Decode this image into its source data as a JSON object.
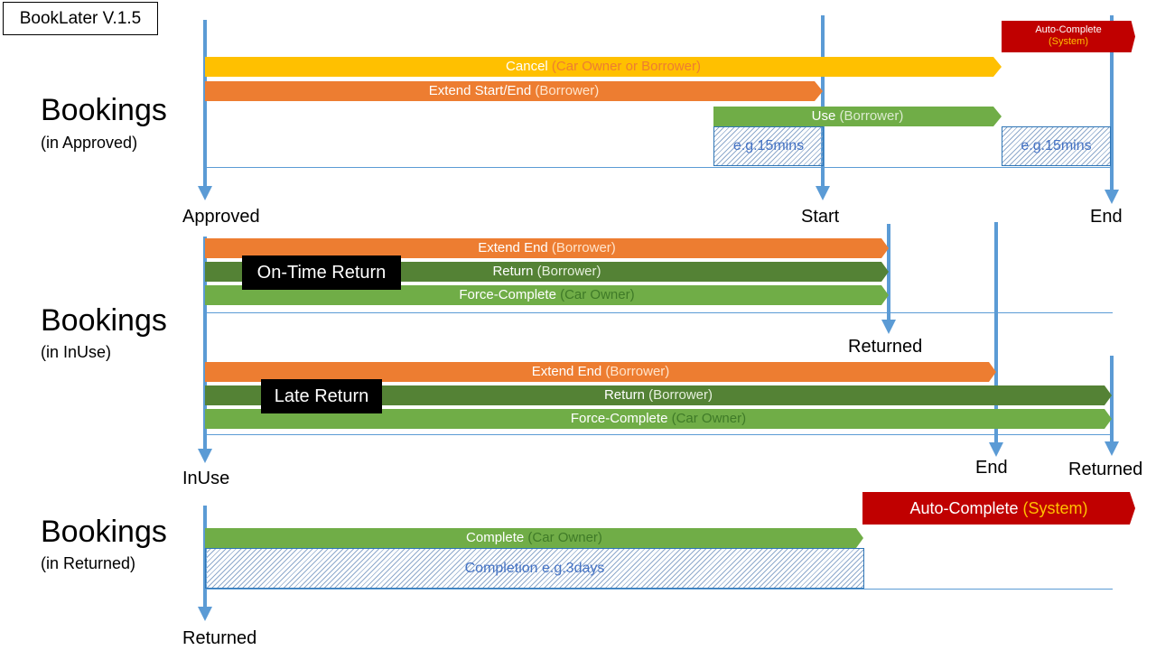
{
  "version": "BookLater V.1.5",
  "sections": {
    "approved": {
      "title": "Bookings",
      "subtitle": "(in Approved)",
      "bars": {
        "cancel": {
          "label": "Cancel",
          "actor": " (Car Owner or Borrower)"
        },
        "extend": {
          "label": "Extend Start/End",
          "actor": " (Borrower)"
        },
        "use": {
          "label": "Use",
          "actor": " (Borrower)"
        }
      },
      "windows": {
        "before_start": "e.g.15mins",
        "before_end": "e.g.15mins"
      },
      "auto_complete": {
        "label": "Auto-Complete",
        "actor": "(System)"
      },
      "timeline": {
        "start": "Approved",
        "mid": "Start",
        "end": "End"
      }
    },
    "inuse": {
      "title": "Bookings",
      "subtitle": "(in InUse)",
      "ontime": {
        "tag": "On-Time Return",
        "extend": {
          "label": "Extend End",
          "actor": " (Borrower)"
        },
        "return": {
          "label": "Return",
          "actor": " (Borrower)"
        },
        "force": {
          "label": "Force-Complete",
          "actor": " (Car Owner)"
        },
        "marker": "Returned"
      },
      "late": {
        "tag": "Late Return",
        "extend": {
          "label": "Extend End",
          "actor": " (Borrower)"
        },
        "return": {
          "label": "Return",
          "actor": " (Borrower)"
        },
        "force": {
          "label": "Force-Complete",
          "actor": " (Car Owner)"
        },
        "marker_end": "End",
        "marker_returned": "Returned"
      },
      "timeline": {
        "start": "InUse"
      }
    },
    "returned": {
      "title": "Bookings",
      "subtitle": "(in Returned)",
      "auto_complete": {
        "label": "Auto-Complete",
        "actor": "(System)"
      },
      "complete": {
        "label": "Complete",
        "actor": " (Car Owner)"
      },
      "window": "Completion e.g.3days",
      "timeline": {
        "start": "Returned"
      }
    }
  },
  "colors": {
    "timeline": "#5B9BD5",
    "cancel": "#FFC000",
    "extend": "#ED7D31",
    "use": "#70AD47",
    "return": "#548235",
    "auto_complete": "#C00000"
  }
}
